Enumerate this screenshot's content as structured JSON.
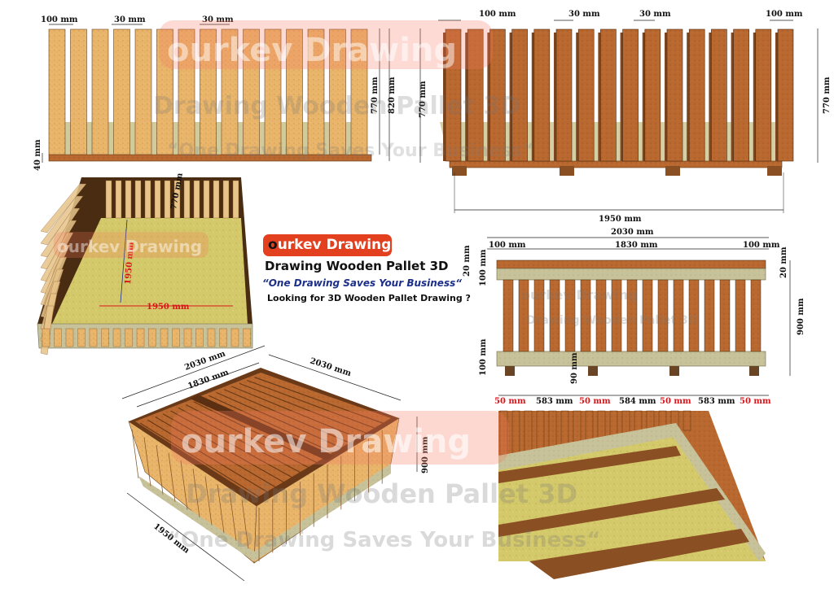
{
  "brand": {
    "name_first": "o",
    "name_rest": "urkev",
    "name_second": "Drawing"
  },
  "info": {
    "title": "Drawing Wooden Pallet 3D",
    "slogan": "“One Drawing Saves Your Business“",
    "ask": "Looking for 3D Wooden Pallet Drawing ?"
  },
  "watermark": {
    "brand": "ourkev Drawing",
    "title": "Drawing Wooden Pallet 3D",
    "slogan": "“One Drawing Saves Your Business“"
  },
  "colors": {
    "brand": "#e2401f",
    "slogan": "#1c2f8a",
    "dim_red": "#d8161b",
    "wood_light": "#e7b56c",
    "wood_dark": "#b86a33",
    "floor": "#d6cf6a"
  },
  "dims": {
    "d100": "100 mm",
    "d30": "30 mm",
    "d770": "770 mm",
    "d820": "820 mm",
    "d40": "40 mm",
    "d1950": "1950 mm",
    "d2030": "2030 mm",
    "d1830": "1830 mm",
    "d20": "20 mm",
    "d900": "900 mm",
    "d90": "90 mm",
    "d50": "50 mm",
    "d583": "583 mm",
    "d584": "584 mm",
    "d1950r": "1950 mm"
  }
}
